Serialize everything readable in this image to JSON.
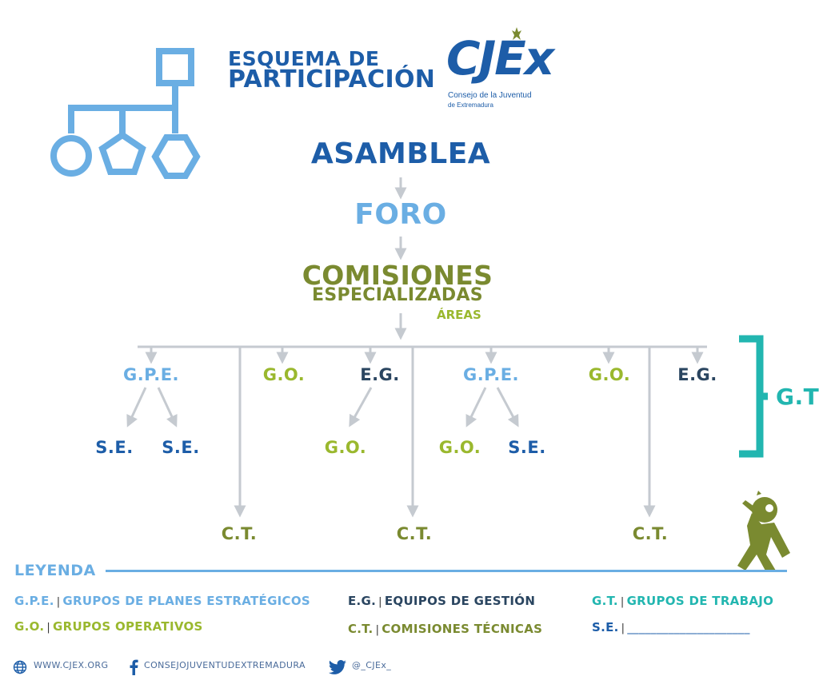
{
  "header": {
    "title_line1": "ESQUEMA DE",
    "title_line2": "PARTICIPACIÓN"
  },
  "logo": {
    "mark": "CJEx",
    "subtitle_line1": "Consejo de la Juventud",
    "subtitle_line2": "de Extremadura"
  },
  "hierarchy": {
    "asamblea": "ASAMBLEA",
    "foro": "FORO",
    "comisiones_line1": "COMISIONES",
    "comisiones_line2": "ESPECIALIZADAS",
    "areas": "ÁREAS"
  },
  "branches": {
    "gpe1": "G.P.E.",
    "go1": "G.O.",
    "eg1": "E.G.",
    "gpe2": "G.P.E.",
    "go2": "G.O.",
    "eg2": "E.G.",
    "se1": "S.E.",
    "se2": "S.E.",
    "go_eg": "G.O.",
    "go_gpe2": "G.O.",
    "se_gpe2": "S.E.",
    "ct1": "C.T.",
    "ct2": "C.T.",
    "ct3": "C.T.",
    "gt": "G.T"
  },
  "legend": {
    "title": "LEYENDA",
    "gpe_abbr": "G.P.E.",
    "gpe_text": "GRUPOS DE PLANES ESTRATÉGICOS",
    "go_abbr": "G.O.",
    "go_text": "GRUPOS OPERATIVOS",
    "eg_abbr": "E.G.",
    "eg_text": "EQUIPOS DE GESTIÓN",
    "ct_abbr": "C.T.",
    "ct_text": "COMISIONES TÉCNICAS",
    "gt_abbr": "G.T.",
    "gt_text": "GRUPOS DE TRABAJO",
    "se_abbr": "S.E.",
    "se_text": "_____________________",
    "separator": "|"
  },
  "footer": {
    "web": "WWW.CJEX.ORG",
    "facebook": "CONSEJOJUVENTUDEXTREMADURA",
    "twitter": "@_CJEx_"
  },
  "colors": {
    "dark_blue": "#1d5da8",
    "light_blue": "#6aaee3",
    "olive": "#7a8a30",
    "lime": "#9ab82e",
    "navy": "#2a4560",
    "teal": "#22b6b0",
    "connector_gray": "#c5cad0"
  },
  "icons": [
    "org-chart-icon",
    "mascot-figure",
    "globe-icon",
    "facebook-icon",
    "twitter-icon"
  ]
}
